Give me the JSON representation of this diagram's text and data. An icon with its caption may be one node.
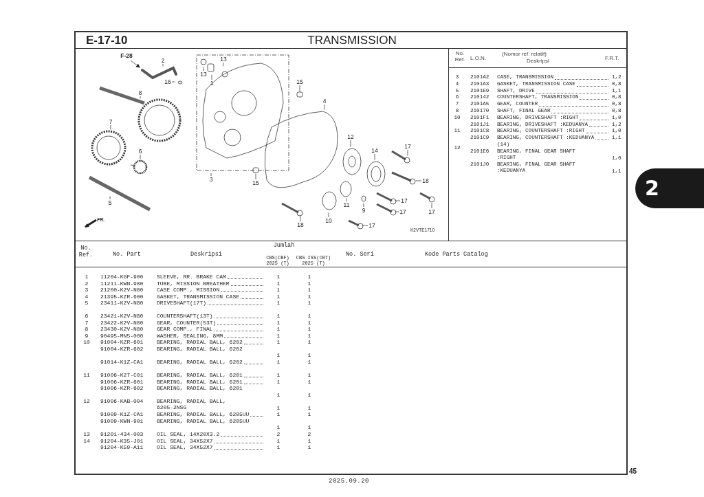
{
  "diagram": {
    "title": "TRANSMISSION",
    "nodes": [
      {
        "text": [
          "F-28"
        ]
      },
      {
        "text": [
          "2"
        ]
      },
      {
        "text": [
          "13"
        ]
      },
      {
        "text": [
          "13"
        ]
      },
      {
        "text": [
          "1"
        ]
      },
      {
        "text": [
          "16"
        ]
      },
      {
        "text": [
          "8"
        ]
      },
      {
        "text": [
          "15"
        ]
      },
      {
        "text": [
          "4"
        ]
      },
      {
        "text": [
          "7"
        ]
      },
      {
        "text": [
          "6"
        ]
      },
      {
        "text": [
          "12"
        ]
      },
      {
        "text": [
          "14"
        ]
      },
      {
        "text": [
          "17"
        ]
      },
      {
        "text": [
          "3"
        ]
      },
      {
        "text": [
          "15"
        ]
      },
      {
        "text": [
          "18"
        ]
      },
      {
        "text": [
          "5"
        ]
      },
      {
        "text": [
          "17"
        ]
      },
      {
        "text": [
          "11"
        ]
      },
      {
        "text": [
          "9"
        ]
      },
      {
        "text": [
          "17"
        ]
      },
      {
        "text": [
          "17"
        ]
      },
      {
        "text": [
          "10"
        ]
      },
      {
        "text": [
          "18"
        ]
      },
      {
        "text": [
          "17"
        ]
      }
    ],
    "edges": [
      {
        "from": 0,
        "to": null,
        "arrow": "to"
      },
      {
        "from": 1,
        "to": null,
        "arrow": "none"
      },
      {
        "from": 2,
        "to": null,
        "arrow": "none"
      },
      {
        "from": 3,
        "to": null,
        "arrow": "none"
      },
      {
        "from": 4,
        "to": null,
        "arrow": "none"
      },
      {
        "from": 5,
        "to": null,
        "arrow": "none"
      },
      {
        "from": 6,
        "to": null,
        "arrow": "none"
      },
      {
        "from": 7,
        "to": null,
        "arrow": "none"
      },
      {
        "from": 8,
        "to": null,
        "arrow": "none"
      },
      {
        "from": 9,
        "to": null,
        "arrow": "none"
      },
      {
        "from": 10,
        "to": null,
        "arrow": "none"
      },
      {
        "from": 11,
        "to": null,
        "arrow": "none"
      },
      {
        "from": 12,
        "to": null,
        "arrow": "none"
      },
      {
        "from": 13,
        "to": null,
        "arrow": "none"
      },
      {
        "from": 14,
        "to": null,
        "arrow": "none"
      },
      {
        "from": 15,
        "to": null,
        "arrow": "none"
      },
      {
        "from": 16,
        "to": null,
        "arrow": "none"
      },
      {
        "from": 17,
        "to": null,
        "arrow": "none"
      },
      {
        "from": 18,
        "to": null,
        "arrow": "none"
      },
      {
        "from": 19,
        "to": null,
        "arrow": "none"
      },
      {
        "from": 20,
        "to": null,
        "arrow": "none"
      },
      {
        "from": 21,
        "to": null,
        "arrow": "none"
      },
      {
        "from": 22,
        "to": null,
        "arrow": "none"
      },
      {
        "from": 23,
        "to": null,
        "arrow": "none"
      },
      {
        "from": 24,
        "to": null,
        "arrow": "none"
      },
      {
        "from": 25,
        "to": null,
        "arrow": "none"
      }
    ],
    "labels": [
      "E-17-10",
      "FR.",
      "K2VTE1710",
      "No. Ref.",
      "L.O.N.",
      "(Nomor ref. relatif)",
      "Deskripsi",
      "F.R.T.",
      "3",
      "2101A2",
      "CASE, TRANSMISSION",
      "1,2",
      "4",
      "2101A3",
      "GASKET, TRANSMISSION CASE",
      "0,8",
      "5",
      "2101E9",
      "SHAFT, DRIVE",
      "1,1",
      "6",
      "210142",
      "COUNTERSHAFT, TRANSMISSION",
      "0,8",
      "7",
      "2101A5",
      "GEAR, COUNTER",
      "0,8",
      "8",
      "210170",
      "SHAFT, FINAL GEAR",
      "0,8",
      "10",
      "2101F1",
      "BEARING, DRIVESHAFT :RIGHT",
      "1,0",
      "2101J1",
      "BEARING, DRIVESHAFT :KEDUANYA",
      "1,2",
      "11",
      "2101C8",
      "BEARING, COUNTERSHAFT :RIGHT",
      "1,0",
      "2101C9",
      "BEARING, COUNTERSHAFT :KEDUANYA",
      "1,1",
      "(14)",
      "12",
      "2101E6",
      "BEARING, FINAL GEAR SHAFT :RIGHT",
      "1,0",
      "2101J0",
      "BEARING, FINAL GEAR SHAFT :KEDUANYA",
      "1,1",
      "No. Ref.",
      "No. Part",
      "Deskripsi",
      "Jumlah",
      "CBS(CBF) 2025 (T)",
      "CBS ISS(CBT) 2025 (T)",
      "No. Seri",
      "Kode Parts Catalog",
      "1",
      "11204-KGF-900",
      "SLEEVE, RR. BRAKE CAM",
      "1",
      "1",
      "2",
      "11211-KWN-980",
      "TUBE, MISSION BREATHER",
      "1",
      "1",
      "3",
      "21200-K2V-N80",
      "CASE COMP., MISSION",
      "1",
      "1",
      "4",
      "21395-KZR-600",
      "GASKET, TRANSMISSION CASE",
      "1",
      "1",
      "5",
      "23411-K2V-N80",
      "DRIVESHAFT(17T)",
      "1",
      "1",
      "6",
      "23421-K2V-N80",
      "COUNTERSHAFT(13T)",
      "1",
      "1",
      "7",
      "23422-K2V-N80",
      "GEAR, COUNTER(53T)",
      "1",
      "1",
      "8",
      "23430-K2V-N80",
      "GEAR COMP., FINAL",
      "1",
      "1",
      "9",
      "90495-MN5-000",
      "WASHER, SEALING, 8MM",
      "1",
      "1",
      "10",
      "91004-KZR-601",
      "BEARING, RADIAL BALL, 6202",
      "1",
      "1",
      "91004-KZR-602",
      "BEARING, RADIAL BALL, 6202",
      "1",
      "1",
      "91014-K1Z-CA1",
      "BEARING, RADIAL BALL, 6202",
      "1",
      "1",
      "11",
      "91006-K2T-C01",
      "BEARING, RADIAL BALL, 6201",
      "1",
      "1",
      "91006-KZR-601",
      "BEARING, RADIAL BALL, 6201",
      "1",
      "1",
      "91006-KZR-602",
      "BEARING, RADIAL BALL, 6201",
      "1",
      "1",
      "12",
      "91006-KAB-004",
      "BEARING, RADIAL BALL, 6205-2NSG",
      "1",
      "1",
      "91009-K1Z-CA1",
      "BEARING, RADIAL BALL, 6205UU",
      "1",
      "1",
      "91009-KWN-901",
      "BEARING, RADIAL BALL, 6205UU",
      "1",
      "1",
      "13",
      "91201-434-003",
      "OIL SEAL, 14X20X3.2",
      "2",
      "2",
      "14",
      "91204-K35-J01",
      "OIL SEAL, 34X52X7",
      "1",
      "1",
      "91204-K59-A11",
      "OIL SEAL, 34X52X7",
      "1",
      "1",
      "2",
      "45",
      "2025.09.20"
    ]
  }
}
